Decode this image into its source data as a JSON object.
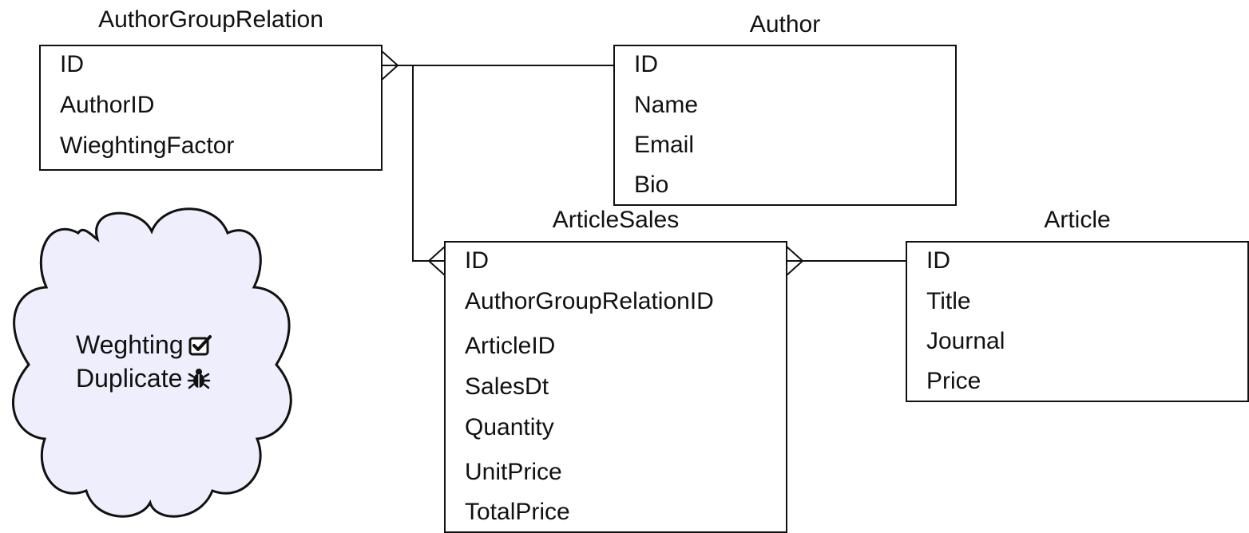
{
  "entities": {
    "author_group_relation": {
      "title": "AuthorGroupRelation",
      "fields": [
        "ID",
        "AuthorID",
        "WieghtingFactor"
      ]
    },
    "author": {
      "title": "Author",
      "fields": [
        "ID",
        "Name",
        "Email",
        "Bio"
      ]
    },
    "article_sales": {
      "title": "ArticleSales",
      "fields": [
        "ID",
        "AuthorGroupRelationID",
        "ArticleID",
        "SalesDt",
        "Quantity",
        "UnitPrice",
        "TotalPrice"
      ]
    },
    "article": {
      "title": "Article",
      "fields": [
        "ID",
        "Title",
        "Journal",
        "Price"
      ]
    }
  },
  "note": {
    "line1": "Weghting",
    "line1_icon": "checkbox-checked-icon",
    "line2": "Duplicate",
    "line2_icon": "bug-icon",
    "fill_color": "#eeeefc"
  }
}
